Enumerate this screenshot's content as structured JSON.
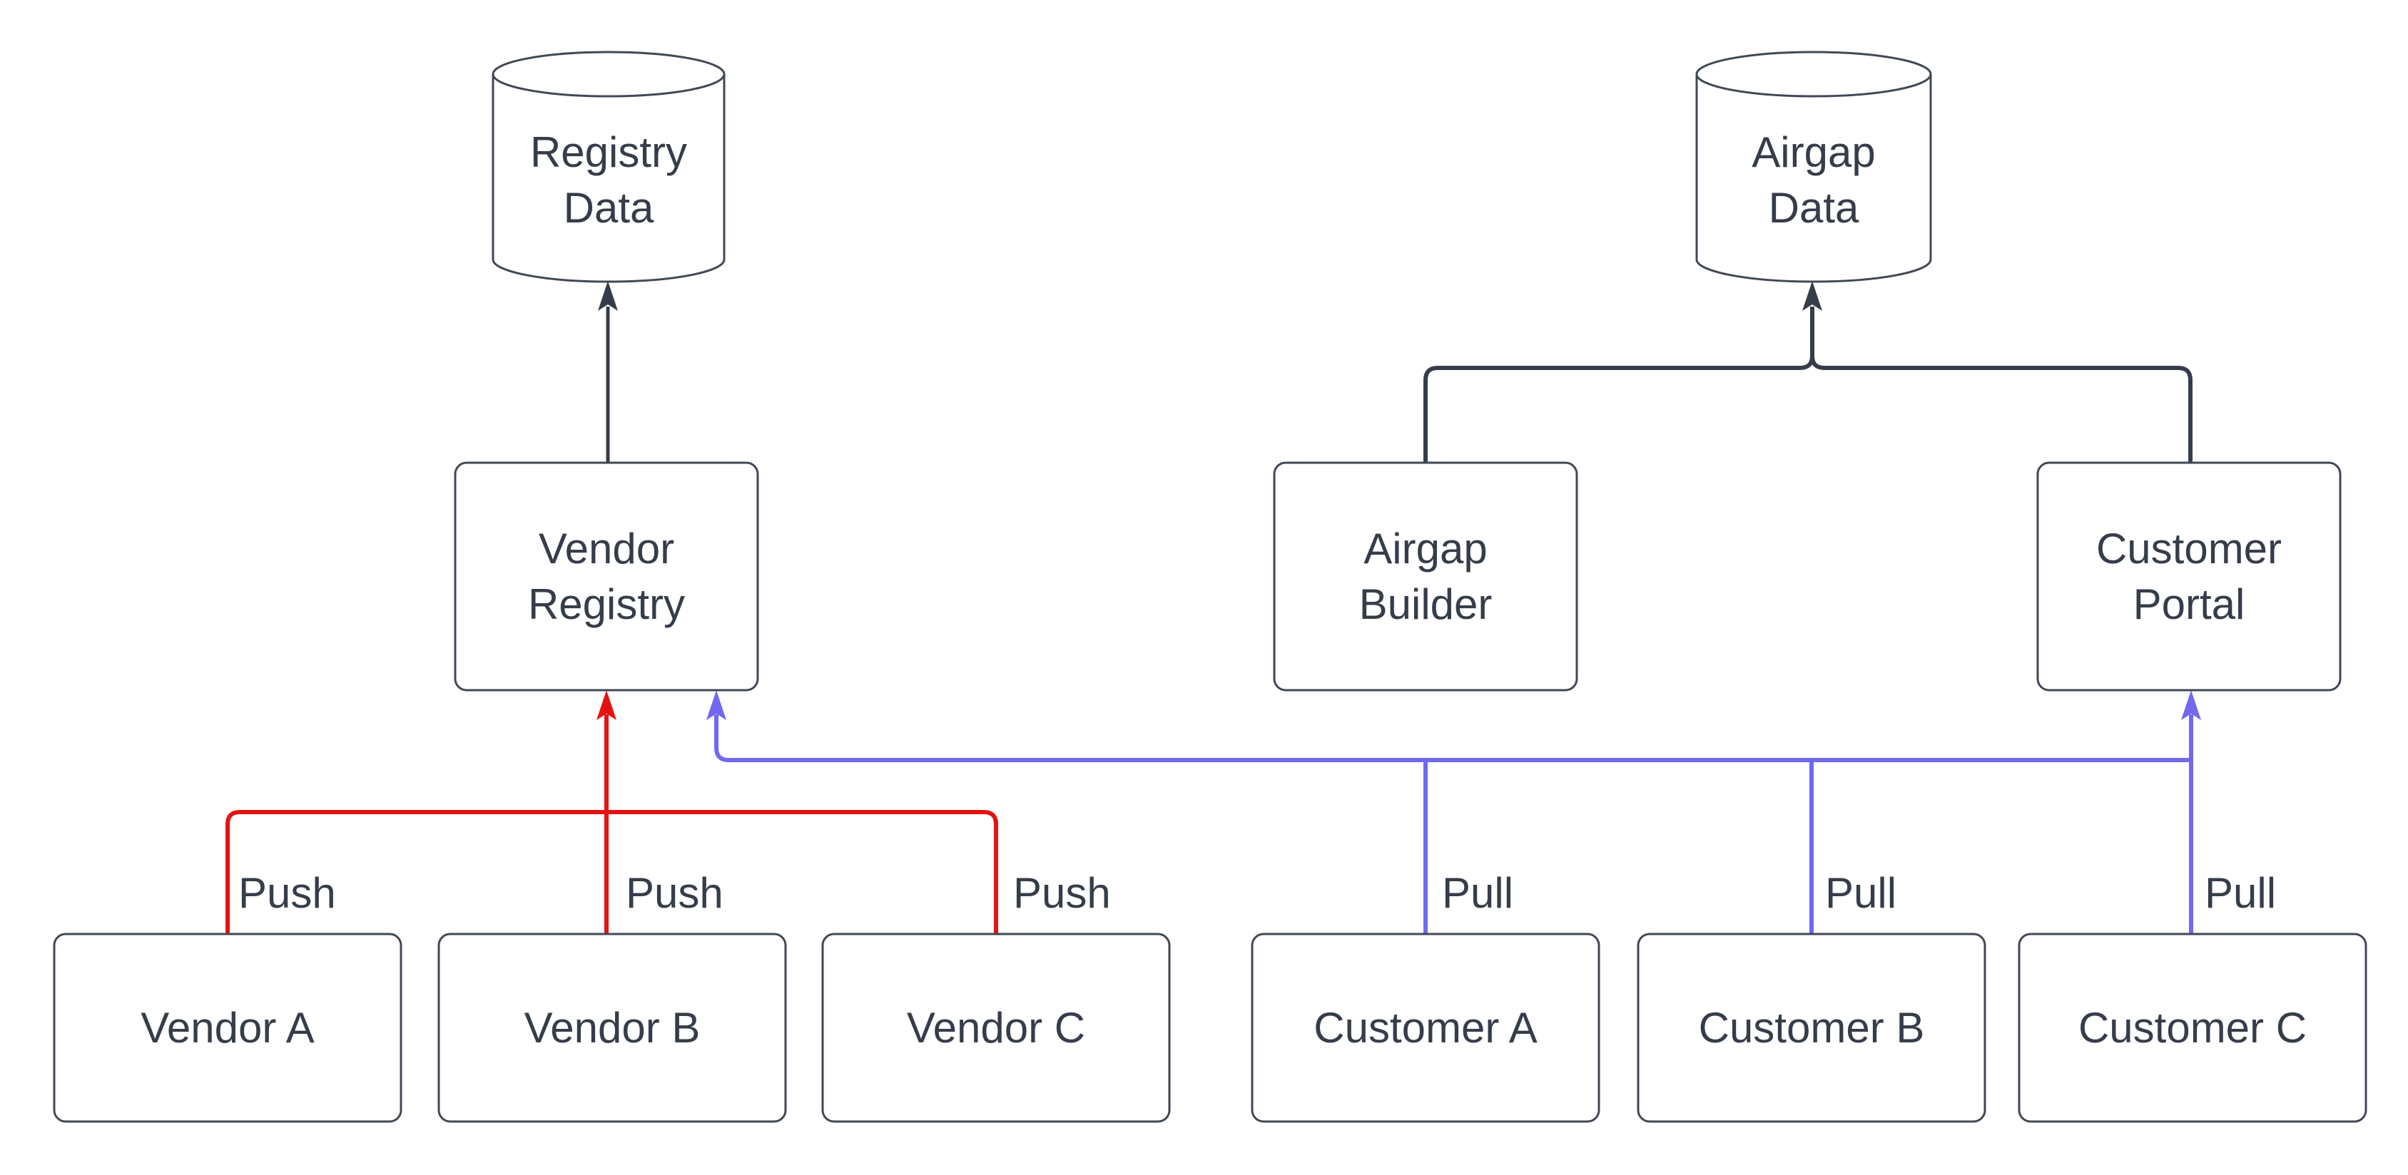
{
  "diagram": {
    "nodes": {
      "registry_data": {
        "label": "Registry\nData",
        "shape": "cylinder"
      },
      "airgap_data": {
        "label": "Airgap\nData",
        "shape": "cylinder"
      },
      "vendor_registry": {
        "label": "Vendor\nRegistry",
        "shape": "rounded-box"
      },
      "airgap_builder": {
        "label": "Airgap\nBuilder",
        "shape": "rounded-box"
      },
      "customer_portal": {
        "label": "Customer\nPortal",
        "shape": "rounded-box"
      },
      "vendor_a": {
        "label": "Vendor A",
        "shape": "rounded-box"
      },
      "vendor_b": {
        "label": "Vendor B",
        "shape": "rounded-box"
      },
      "vendor_c": {
        "label": "Vendor C",
        "shape": "rounded-box"
      },
      "customer_a": {
        "label": "Customer A",
        "shape": "rounded-box"
      },
      "customer_b": {
        "label": "Customer B",
        "shape": "rounded-box"
      },
      "customer_c": {
        "label": "Customer C",
        "shape": "rounded-box"
      }
    },
    "edge_labels": {
      "push": [
        "Push",
        "Push",
        "Push"
      ],
      "pull": [
        "Pull",
        "Pull",
        "Pull"
      ]
    },
    "colors": {
      "push_edge": "#e51212",
      "pull_edge": "#7169f1",
      "data_edge": "#363d4a",
      "shape_border": "#414855",
      "text": "#363d4a",
      "canvas_background": "#ffffff"
    }
  }
}
